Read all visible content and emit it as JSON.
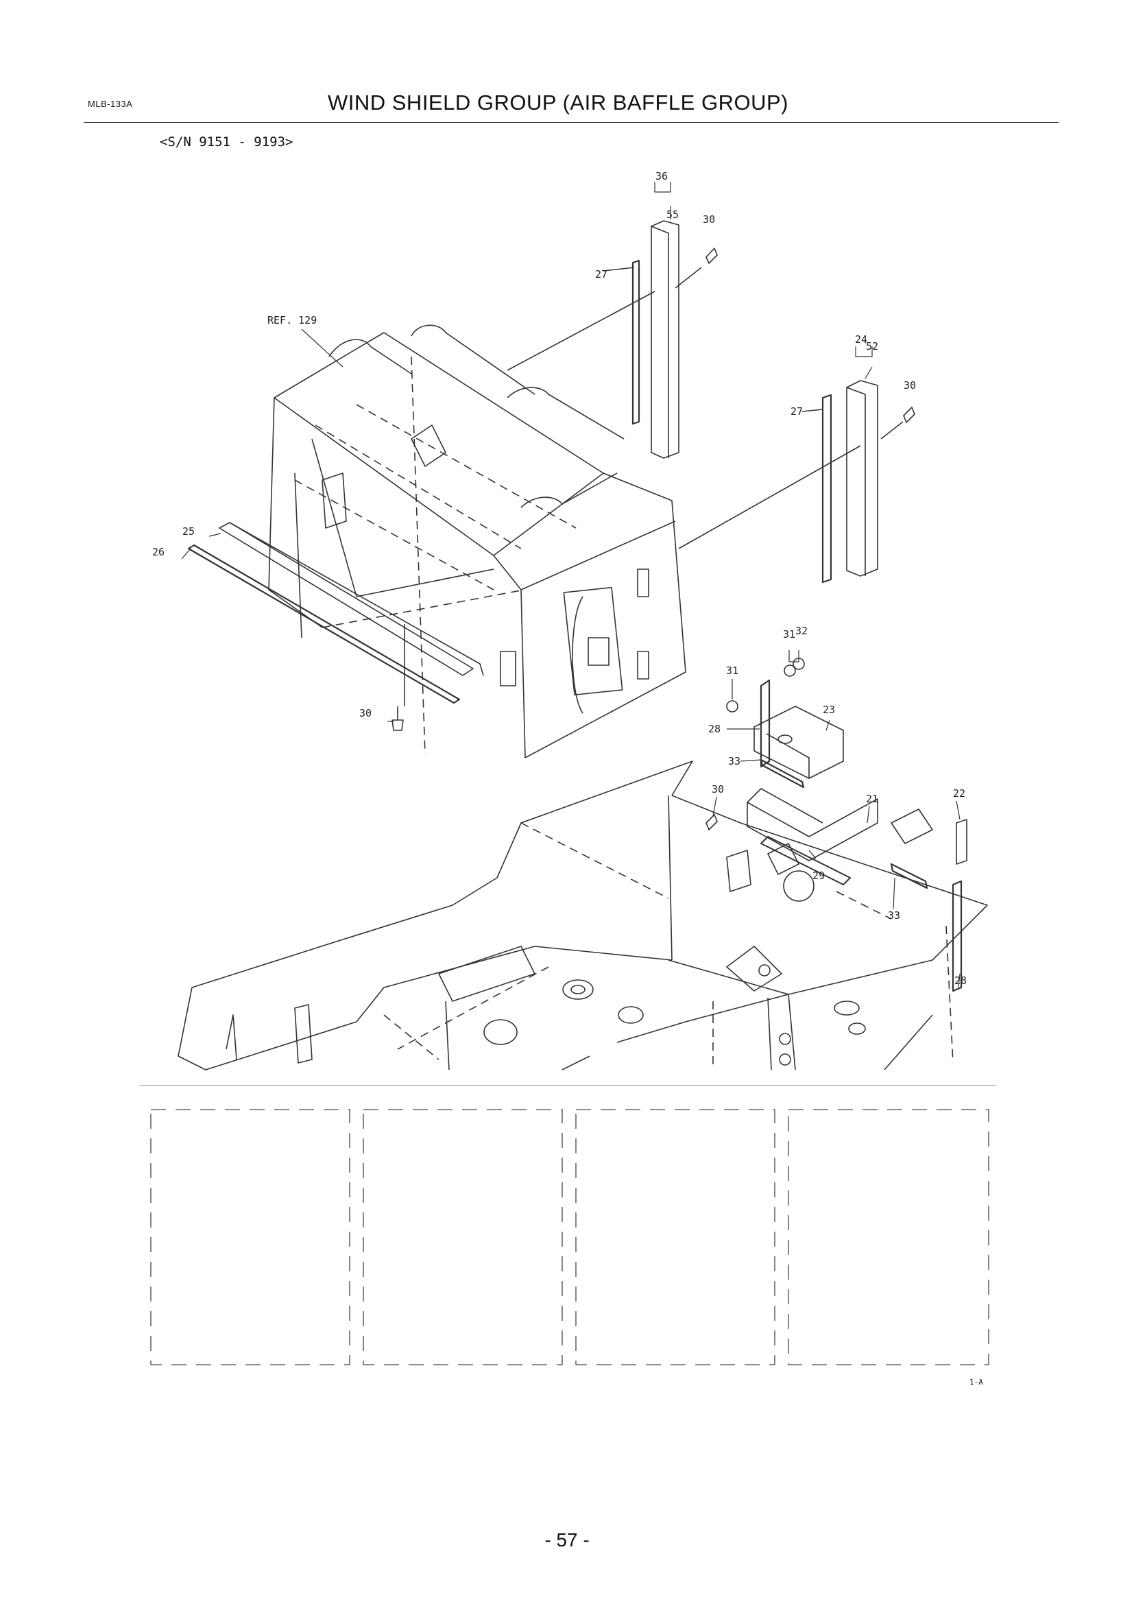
{
  "header": {
    "doc_code": "MLB-133A",
    "title": "WIND SHIELD GROUP (AIR BAFFLE GROUP)",
    "serial_range": "<S/N 9151 - 9193>"
  },
  "callouts": {
    "c36": "36",
    "c55": "55",
    "c30a": "30",
    "c27a": "27",
    "ref": "REF. 129",
    "c24": "24",
    "c52": "52",
    "c30b": "30",
    "c27b": "27",
    "c25": "25",
    "c26": "26",
    "c30c": "30",
    "c32": "32",
    "c31a": "31",
    "c31b": "31",
    "c23": "23",
    "c28a": "28",
    "c33a": "33",
    "c30d": "30",
    "c21": "21",
    "c22": "22",
    "c29": "29",
    "c33b": "33",
    "c28b": "28"
  },
  "footer": {
    "figure_code": "1-A",
    "page_number": "- 57 -"
  }
}
